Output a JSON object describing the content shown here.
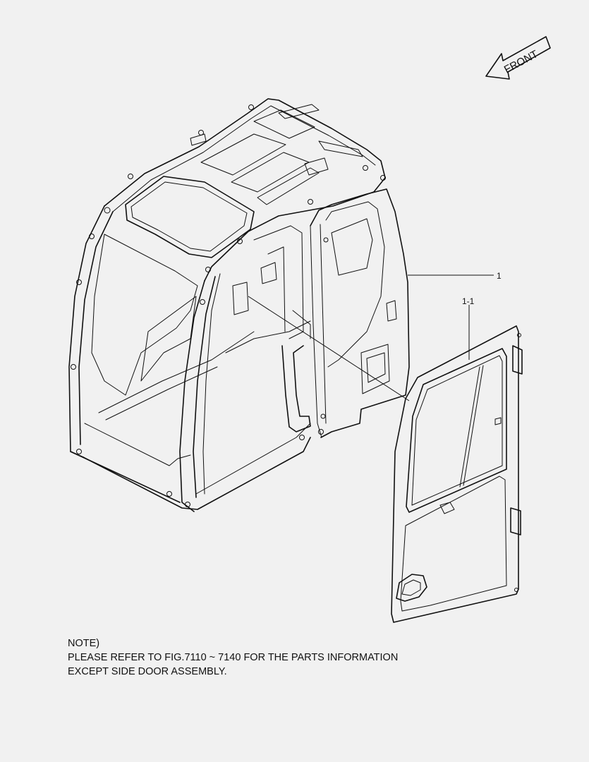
{
  "diagram": {
    "front_arrow_label": "FRONT",
    "callouts": [
      {
        "id": "cab-assembly",
        "label": "1"
      },
      {
        "id": "side-door-assembly",
        "label": "1-1"
      }
    ]
  },
  "note": {
    "heading": "NOTE)",
    "line1": "PLEASE REFER TO FIG.7110 ~ 7140 FOR THE PARTS INFORMATION",
    "line2": "EXCEPT SIDE DOOR ASSEMBLY."
  }
}
